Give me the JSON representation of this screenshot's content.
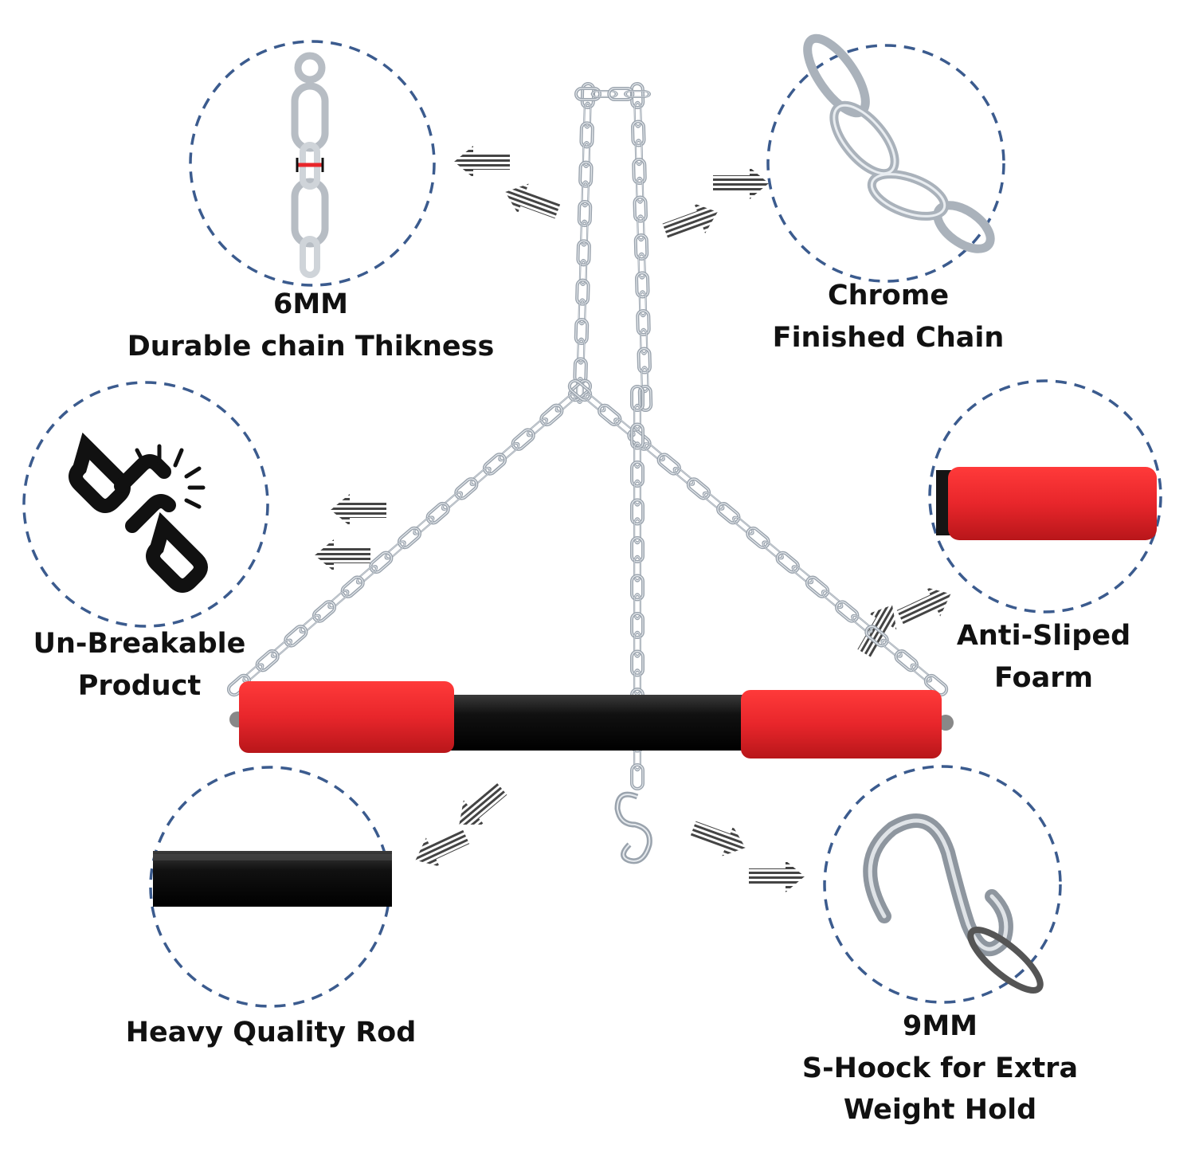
{
  "features": [
    {
      "id": "chain-thickness",
      "lines": [
        "6MM",
        "Durable chain Thikness"
      ]
    },
    {
      "id": "chrome-chain",
      "lines": [
        "Chrome",
        "Finished Chain"
      ]
    },
    {
      "id": "unbreakable",
      "lines": [
        "Un-Breakable",
        "Product"
      ]
    },
    {
      "id": "foam",
      "lines": [
        "Anti-Sliped",
        "Foarm"
      ]
    },
    {
      "id": "rod",
      "lines": [
        "Heavy Quality Rod"
      ]
    },
    {
      "id": "hook",
      "lines": [
        "9MM",
        "S-Hoock for Extra",
        "Weight Hold"
      ]
    }
  ],
  "colors": {
    "circle_border": "#3b5b8e",
    "foam": "#e8262b",
    "rod": "#141414",
    "chain": "#9aa3ad",
    "text": "#111111"
  },
  "icons": [
    "broken-chain-icon",
    "chain-thickness-icon",
    "chrome-chain-icon",
    "foam-grip-icon",
    "rod-icon",
    "s-hook-icon"
  ]
}
